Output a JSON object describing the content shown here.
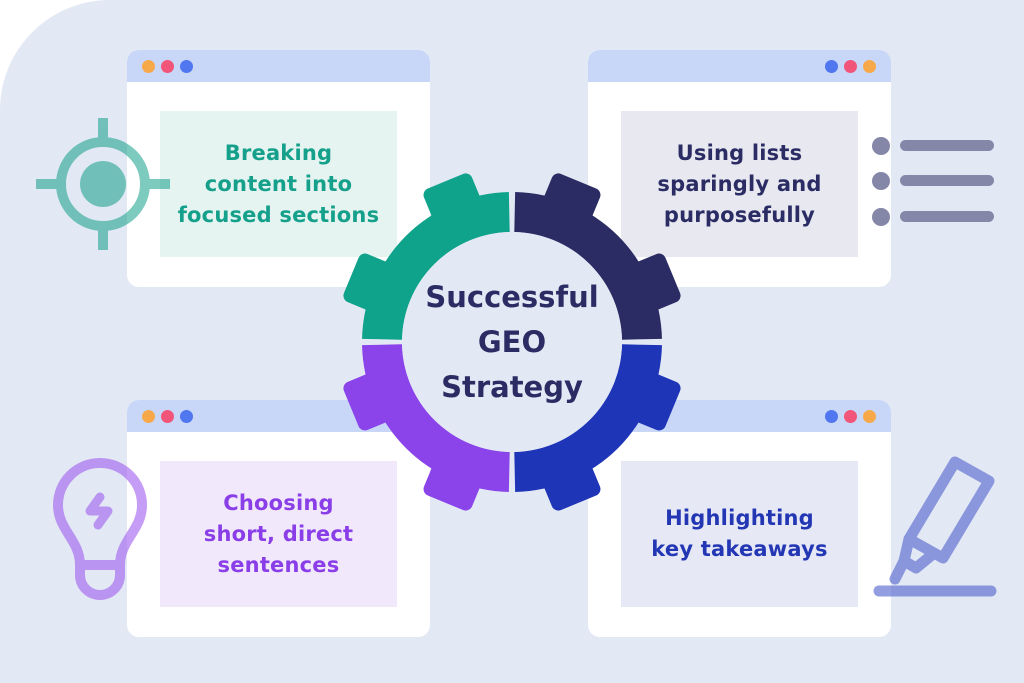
{
  "center": {
    "title": "Successful\nGEO\nStrategy"
  },
  "cards": [
    {
      "label": "Breaking\ncontent into\nfocused sections",
      "icon": "target-icon",
      "color": "#14a08a",
      "fill": "#e5f4f1"
    },
    {
      "label": "Using lists\nsparingly and\npurposefully",
      "icon": "list-icon",
      "color": "#2a2c63",
      "fill": "#e8e8f1"
    },
    {
      "label": "Choosing\nshort, direct\nsentences",
      "icon": "lightbulb-icon",
      "color": "#8a3ee8",
      "fill": "#f1e9fb"
    },
    {
      "label": "Highlighting\nkey takeaways",
      "icon": "highlighter-icon",
      "color": "#2337b5",
      "fill": "#e6e8f5"
    }
  ],
  "colors": {
    "gear_teal": "#0fa38c",
    "gear_navy": "#2a2c63",
    "gear_blue": "#1f35b8",
    "gear_purple": "#8b43ea",
    "dot_orange": "#f7a94a",
    "dot_red": "#f2557a",
    "dot_blue": "#5077ef"
  }
}
